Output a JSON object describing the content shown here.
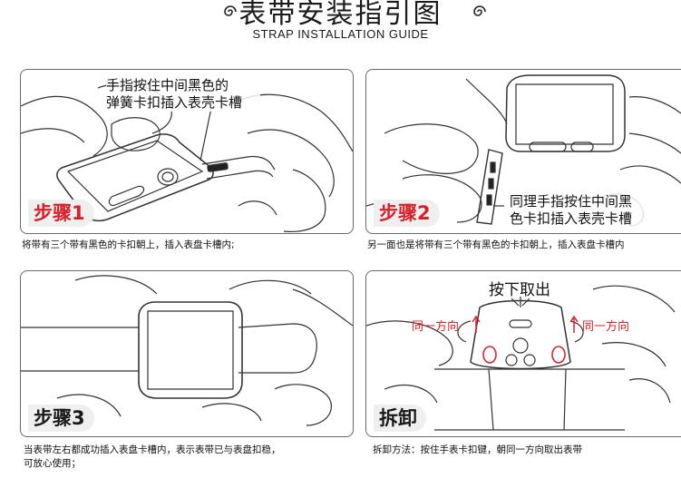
{
  "header": {
    "title": "表带安装指引图",
    "subtitle": "STRAP INSTALLATION GUIDE",
    "left_icon": "swirl-icon",
    "right_icon": "swirl-icon"
  },
  "steps": [
    {
      "badge": "步骤1",
      "callout_line1": "手指按住中间黑色的",
      "callout_line2": "弹簧卡扣插入表壳卡槽",
      "caption": "将带有三个带有黑色的卡扣朝上，插入表盘卡槽内;"
    },
    {
      "badge": "步骤2",
      "callout_line1": "同理手指按住中间黑",
      "callout_line2": "色卡扣插入表壳卡槽",
      "caption": "另一面也是将带有三个带有黑色的卡扣朝上，插入表盘卡槽内"
    },
    {
      "badge": "步骤3",
      "caption_line1": "当表带左右都成功插入表盘卡槽内，表示表带已与表盘扣稳，",
      "caption_line2": "可放心使用；"
    },
    {
      "badge": "拆卸",
      "press_label": "按下取出",
      "left_arrow_label": "同一方向",
      "right_arrow_label": "同一方向",
      "caption": "拆卸方法：按住手表卡扣键，朝同一方向取出表带"
    }
  ],
  "colors": {
    "accent_red": "#d8202a",
    "border": "#6a6a6a",
    "badge_bg": "#efefef"
  }
}
